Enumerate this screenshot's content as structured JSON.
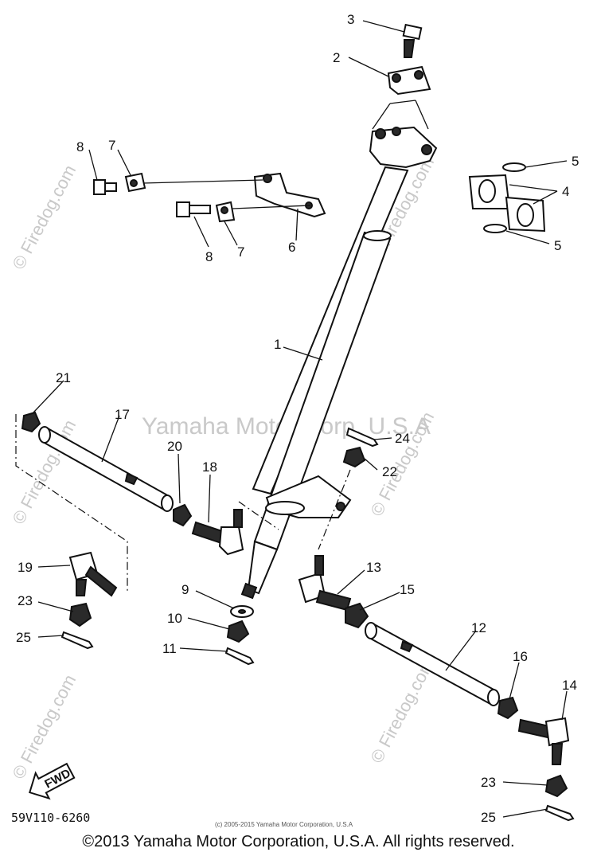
{
  "watermarks": {
    "center": "Yamaha Motor Corp, U.S.A",
    "firedog": "© Firedog.com"
  },
  "callouts": [
    {
      "id": "c3",
      "text": "3"
    },
    {
      "id": "c2",
      "text": "2"
    },
    {
      "id": "c5a",
      "text": "5"
    },
    {
      "id": "c4",
      "text": "4"
    },
    {
      "id": "c5b",
      "text": "5"
    },
    {
      "id": "c8a",
      "text": "8"
    },
    {
      "id": "c7a",
      "text": "7"
    },
    {
      "id": "c8b",
      "text": "8"
    },
    {
      "id": "c7b",
      "text": "7"
    },
    {
      "id": "c6",
      "text": "6"
    },
    {
      "id": "c1",
      "text": "1"
    },
    {
      "id": "c21",
      "text": "21"
    },
    {
      "id": "c17",
      "text": "17"
    },
    {
      "id": "c20",
      "text": "20"
    },
    {
      "id": "c18",
      "text": "18"
    },
    {
      "id": "c24",
      "text": "24"
    },
    {
      "id": "c22",
      "text": "22"
    },
    {
      "id": "c19",
      "text": "19"
    },
    {
      "id": "c23a",
      "text": "23"
    },
    {
      "id": "c25a",
      "text": "25"
    },
    {
      "id": "c9",
      "text": "9"
    },
    {
      "id": "c10",
      "text": "10"
    },
    {
      "id": "c11",
      "text": "11"
    },
    {
      "id": "c13",
      "text": "13"
    },
    {
      "id": "c15",
      "text": "15"
    },
    {
      "id": "c12",
      "text": "12"
    },
    {
      "id": "c16",
      "text": "16"
    },
    {
      "id": "c14",
      "text": "14"
    },
    {
      "id": "c23b",
      "text": "23"
    },
    {
      "id": "c25b",
      "text": "25"
    }
  ],
  "fwd_label": "FWD",
  "part_code": "59V110-6260",
  "small_copyright": "(c) 2005-2015 Yamaha Motor Corporation, U.S.A",
  "footer_copyright": "©2013 Yamaha Motor Corporation, U.S.A. All rights reserved."
}
